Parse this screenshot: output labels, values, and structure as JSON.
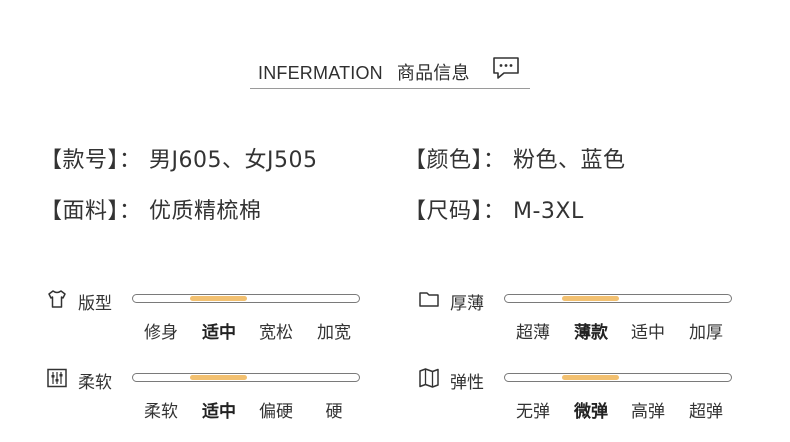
{
  "header": {
    "title_en": "INFERMATION",
    "title_cn": "商品信息",
    "icon": "chat-bubble-icon"
  },
  "info": {
    "style_no": "【款号】： 男J605、女J505",
    "color": "【颜色】： 粉色、蓝色",
    "fabric": "【面料】： 优质精梳棉",
    "size": "【尺码】： M-3XL"
  },
  "attributes": {
    "fit": {
      "icon": "tshirt-icon",
      "label": "版型",
      "options": [
        "修身",
        "适中",
        "宽松",
        "加宽"
      ],
      "selected": 1
    },
    "thickness": {
      "icon": "folder-icon",
      "label": "厚薄",
      "options": [
        "超薄",
        "薄款",
        "适中",
        "加厚"
      ],
      "selected": 1
    },
    "softness": {
      "icon": "sliders-icon",
      "label": "柔软",
      "options": [
        "柔软",
        "适中",
        "偏硬",
        "硬"
      ],
      "selected": 1
    },
    "elasticity": {
      "icon": "map-icon",
      "label": "弹性",
      "options": [
        "无弹",
        "微弹",
        "高弹",
        "超弹"
      ],
      "selected": 1
    }
  },
  "colors": {
    "accent": "#f2c070",
    "track_border": "#7a7a7a",
    "text": "#333333"
  }
}
